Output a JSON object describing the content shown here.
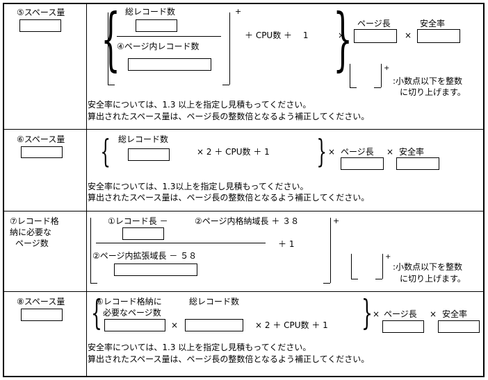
{
  "s5": {
    "label": "⑤スペース量",
    "total_records": "総レコード数",
    "plus_small": "+",
    "in_page_records": "④ページ内レコード数",
    "plus_cpu": "＋ CPU数 ＋　 1",
    "times1": "×",
    "page_len": "ページ長",
    "times2": "×",
    "safety": "安全率",
    "ceil_plus": "+",
    "ceil_note_1": ":小数点以下を整数",
    "ceil_note_2": "に切り上げます。",
    "note_1": "安全率については、1.3 以上を指定し見積もってください。",
    "note_2": "算出されたスペース量は、ページ長の整数倍となるよう補正してください。"
  },
  "s6": {
    "label": "⑥スペース量",
    "total_records": "総レコード数",
    "times_two": "× 2 ＋ CPU数 ＋ 1",
    "times": "×",
    "page_len": "ページ長",
    "times2": "×",
    "safety": "安全率",
    "note_1": "安全率については、1.3以上を指定し見積もってください。",
    "note_2": "算出されたスペース量は、ページ長の整数倍となるよう補正してください。"
  },
  "s7": {
    "label_1": "⑦レコード格",
    "label_2": "納に必要な",
    "label_3": "ページ数",
    "record_len": "①レコード長 －",
    "page_store_len": "②ページ内格納域長 ＋ ３８",
    "plus_small": "+",
    "plus_one": "＋ 1",
    "page_ext_len": "②ページ内拡張域長 － ５８",
    "ceil_plus": "+",
    "ceil_note_1": ":小数点以下を整数",
    "ceil_note_2": "に切り上げます。"
  },
  "s8": {
    "label": "⑧スペース量",
    "records_needed_1": "⑥レコード格納に",
    "records_needed_2": "必要なページ数",
    "total_records": "総レコード数",
    "times_a": "×",
    "times_two": "× 2 ＋ CPU数 ＋ 1",
    "times": "×",
    "page_len": "ページ長",
    "times2": "×",
    "safety": "安全率",
    "note_1": "安全率については、1.3 以上を指定し見積もってください。",
    "note_2": "算出されたスペース量は、ページ長の整数倍となるよう補正してください。"
  }
}
